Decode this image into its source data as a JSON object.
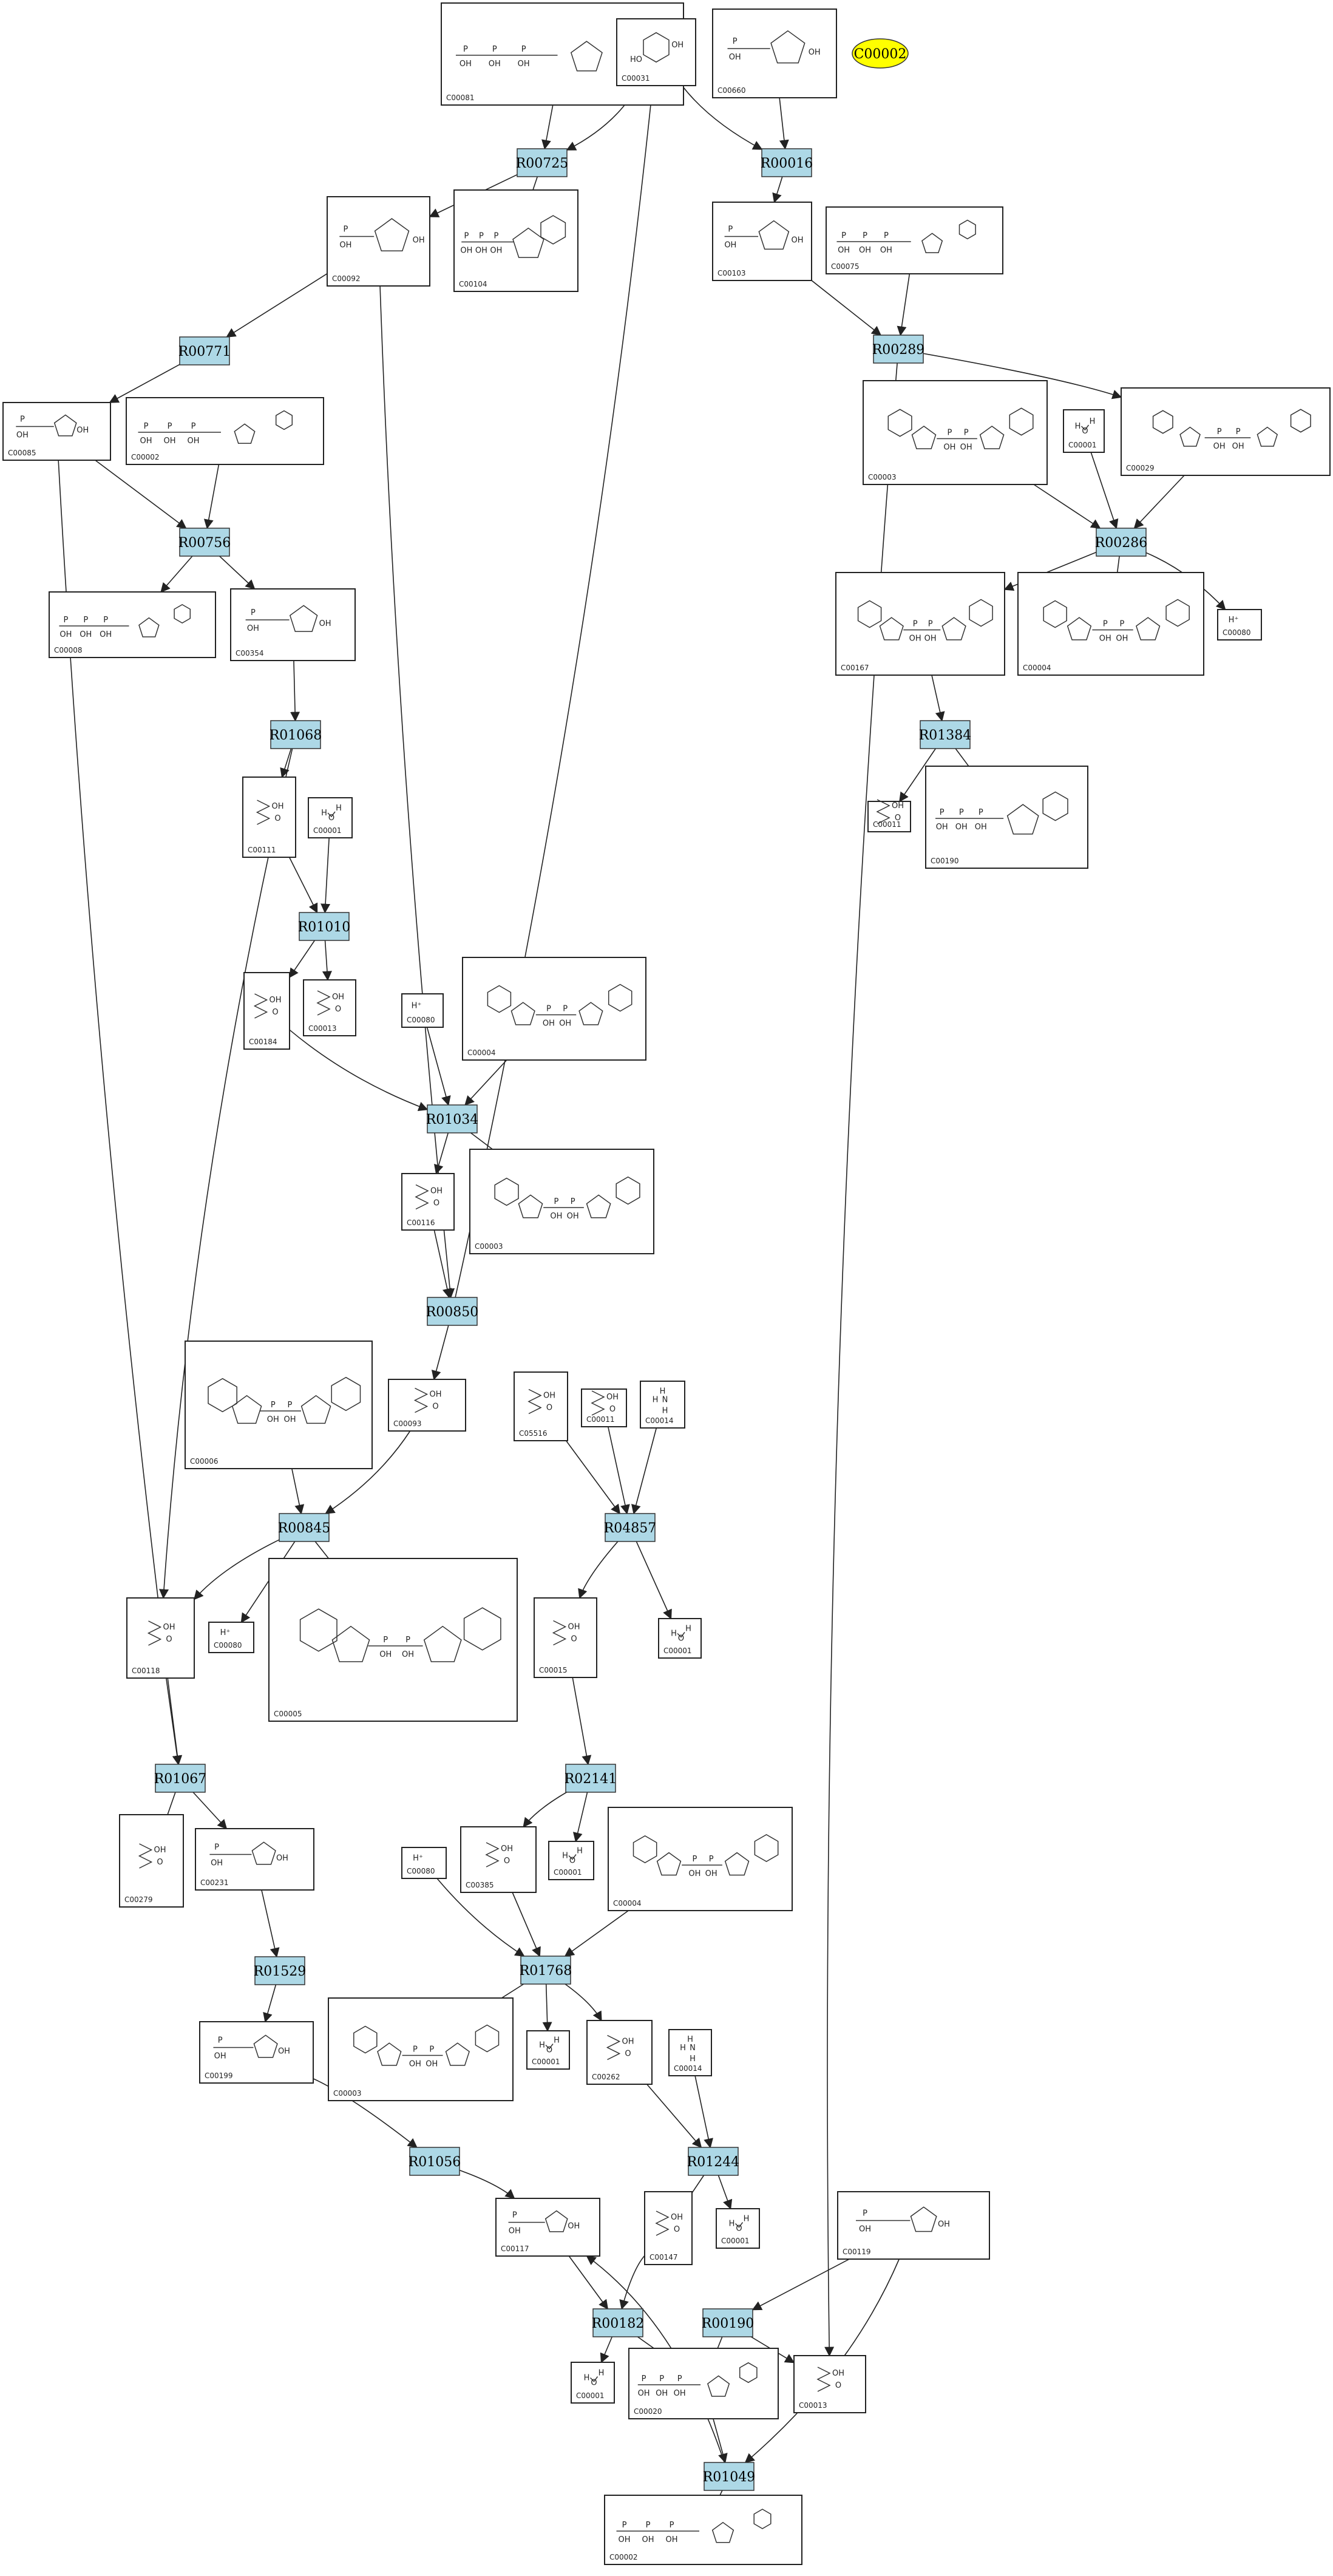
{
  "legend": {
    "label": "C00002",
    "color": "#ffff00"
  },
  "colors": {
    "reaction_fill": "#add8e6",
    "compound_fill": "#ffffff",
    "stroke": "#222222"
  },
  "reactions": [
    {
      "id": "R00725",
      "label": "R00725"
    },
    {
      "id": "R00016",
      "label": "R00016"
    },
    {
      "id": "R00771",
      "label": "R00771"
    },
    {
      "id": "R00289",
      "label": "R00289"
    },
    {
      "id": "R00756",
      "label": "R00756"
    },
    {
      "id": "R00286",
      "label": "R00286"
    },
    {
      "id": "R01068",
      "label": "R01068"
    },
    {
      "id": "R01384",
      "label": "R01384"
    },
    {
      "id": "R01010",
      "label": "R01010"
    },
    {
      "id": "R01034",
      "label": "R01034"
    },
    {
      "id": "R00850",
      "label": "R00850"
    },
    {
      "id": "R00845",
      "label": "R00845"
    },
    {
      "id": "R04857",
      "label": "R04857"
    },
    {
      "id": "R01067",
      "label": "R01067"
    },
    {
      "id": "R02141",
      "label": "R02141"
    },
    {
      "id": "R01768",
      "label": "R01768"
    },
    {
      "id": "R01529",
      "label": "R01529"
    },
    {
      "id": "R01056",
      "label": "R01056"
    },
    {
      "id": "R01244",
      "label": "R01244"
    },
    {
      "id": "R00182",
      "label": "R00182"
    },
    {
      "id": "R00190",
      "label": "R00190"
    },
    {
      "id": "R01049",
      "label": "R01049"
    }
  ],
  "compounds": [
    {
      "id": "c00081",
      "label": "C00081",
      "glyph": "nucleotide"
    },
    {
      "id": "c00031",
      "label": "C00031",
      "glyph": "sugar"
    },
    {
      "id": "c00660",
      "label": "C00660",
      "glyph": "sugarphosphate"
    },
    {
      "id": "c00092",
      "label": "C00092",
      "glyph": "sugarphosphate"
    },
    {
      "id": "c00104",
      "label": "C00104",
      "glyph": "nucleotide"
    },
    {
      "id": "c00103",
      "label": "C00103",
      "glyph": "sugarphosphate"
    },
    {
      "id": "c00075",
      "label": "C00075",
      "glyph": "nucleotide"
    },
    {
      "id": "c00085",
      "label": "C00085",
      "glyph": "sugarphosphate"
    },
    {
      "id": "c00002a",
      "label": "C00002",
      "glyph": "nucleotide"
    },
    {
      "id": "c00003a",
      "label": "C00003",
      "glyph": "dinucleotide"
    },
    {
      "id": "c00001a",
      "label": "C00001",
      "glyph": "water"
    },
    {
      "id": "c00029",
      "label": "C00029",
      "glyph": "dinucleotide"
    },
    {
      "id": "c00008",
      "label": "C00008",
      "glyph": "nucleotide"
    },
    {
      "id": "c00354",
      "label": "C00354",
      "glyph": "sugarphosphate"
    },
    {
      "id": "c00167",
      "label": "C00167",
      "glyph": "dinucleotide"
    },
    {
      "id": "c00004a",
      "label": "C00004",
      "glyph": "dinucleotide"
    },
    {
      "id": "c00080a",
      "label": "C00080",
      "glyph": "proton"
    },
    {
      "id": "c00111",
      "label": "C00111",
      "glyph": "small"
    },
    {
      "id": "c00001b",
      "label": "C00001",
      "glyph": "water"
    },
    {
      "id": "c00011a",
      "label": "C00011",
      "glyph": "small"
    },
    {
      "id": "c00190",
      "label": "C00190",
      "glyph": "nucleotide"
    },
    {
      "id": "c00184",
      "label": "C00184",
      "glyph": "small"
    },
    {
      "id": "c00013",
      "label": "C00013",
      "glyph": "small"
    },
    {
      "id": "c00080b",
      "label": "C00080",
      "glyph": "proton"
    },
    {
      "id": "c00004b",
      "label": "C00004",
      "glyph": "dinucleotide"
    },
    {
      "id": "c00116",
      "label": "C00116",
      "glyph": "small"
    },
    {
      "id": "c00003b",
      "label": "C00003",
      "glyph": "dinucleotide"
    },
    {
      "id": "c00006",
      "label": "C00006",
      "glyph": "dinucleotide"
    },
    {
      "id": "c00093",
      "label": "C00093",
      "glyph": "small"
    },
    {
      "id": "c05516",
      "label": "C05516",
      "glyph": "small"
    },
    {
      "id": "c00011b",
      "label": "C00011",
      "glyph": "small"
    },
    {
      "id": "c00014a",
      "label": "C00014",
      "glyph": "ammonia"
    },
    {
      "id": "c00118",
      "label": "C00118",
      "glyph": "small"
    },
    {
      "id": "c00080c",
      "label": "C00080",
      "glyph": "proton"
    },
    {
      "id": "c00005",
      "label": "C00005",
      "glyph": "dinucleotide"
    },
    {
      "id": "c00015",
      "label": "C00015",
      "glyph": "small"
    },
    {
      "id": "c00001c",
      "label": "C00001",
      "glyph": "water"
    },
    {
      "id": "c00279",
      "label": "C00279",
      "glyph": "small"
    },
    {
      "id": "c00231",
      "label": "C00231",
      "glyph": "sugarphosphate"
    },
    {
      "id": "c00080d",
      "label": "C00080",
      "glyph": "proton"
    },
    {
      "id": "c00385",
      "label": "C00385",
      "glyph": "small"
    },
    {
      "id": "c00001d",
      "label": "C00001",
      "glyph": "water"
    },
    {
      "id": "c00004c",
      "label": "C00004",
      "glyph": "dinucleotide"
    },
    {
      "id": "c00199",
      "label": "C00199",
      "glyph": "sugarphosphate"
    },
    {
      "id": "c00003c",
      "label": "C00003",
      "glyph": "dinucleotide"
    },
    {
      "id": "c00117",
      "label": "C00117",
      "glyph": "sugarphosphate"
    },
    {
      "id": "c00001e",
      "label": "C00001",
      "glyph": "water"
    },
    {
      "id": "c00262",
      "label": "C00262",
      "glyph": "small"
    },
    {
      "id": "c00014b",
      "label": "C00014",
      "glyph": "ammonia"
    },
    {
      "id": "c00001f",
      "label": "C00001",
      "glyph": "water"
    },
    {
      "id": "c00147",
      "label": "C00147",
      "glyph": "small"
    },
    {
      "id": "c00119",
      "label": "C00119",
      "glyph": "sugarphosphate"
    },
    {
      "id": "c00001g",
      "label": "C00001",
      "glyph": "water"
    },
    {
      "id": "c00020",
      "label": "C00020",
      "glyph": "nucleotide"
    },
    {
      "id": "c00013b",
      "label": "C00013",
      "glyph": "small"
    },
    {
      "id": "c00002b",
      "label": "C00002",
      "glyph": "nucleotide"
    }
  ]
}
